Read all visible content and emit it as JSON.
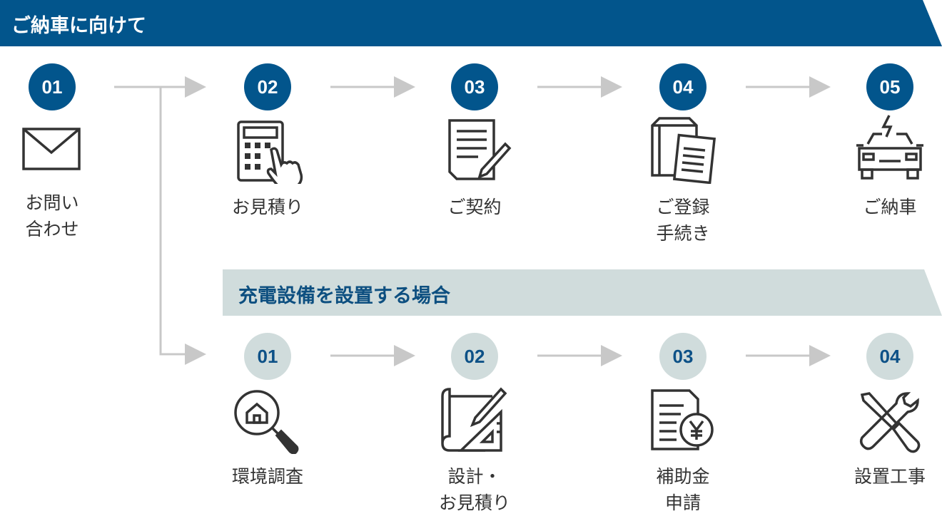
{
  "main_section": {
    "title": "ご納車に向けて",
    "color": "#02558c",
    "steps": [
      {
        "number": "01",
        "label": "お問い\n合わせ",
        "icon": "envelope-icon"
      },
      {
        "number": "02",
        "label": "お見積り",
        "icon": "calculator-icon"
      },
      {
        "number": "03",
        "label": "ご契約",
        "icon": "contract-pen-icon"
      },
      {
        "number": "04",
        "label": "ご登録\n手続き",
        "icon": "documents-icon"
      },
      {
        "number": "05",
        "label": "ご納車",
        "icon": "electric-car-icon"
      }
    ]
  },
  "charging_section": {
    "title": "充電設備を設置する場合",
    "color": "#d0dcdc",
    "steps": [
      {
        "number": "01",
        "label": "環境調査",
        "icon": "house-search-icon"
      },
      {
        "number": "02",
        "label": "設計・\nお見積り",
        "icon": "blueprint-ruler-icon"
      },
      {
        "number": "03",
        "label": "補助金\n申請",
        "icon": "yen-document-icon"
      },
      {
        "number": "04",
        "label": "設置工事",
        "icon": "tools-icon"
      }
    ]
  }
}
